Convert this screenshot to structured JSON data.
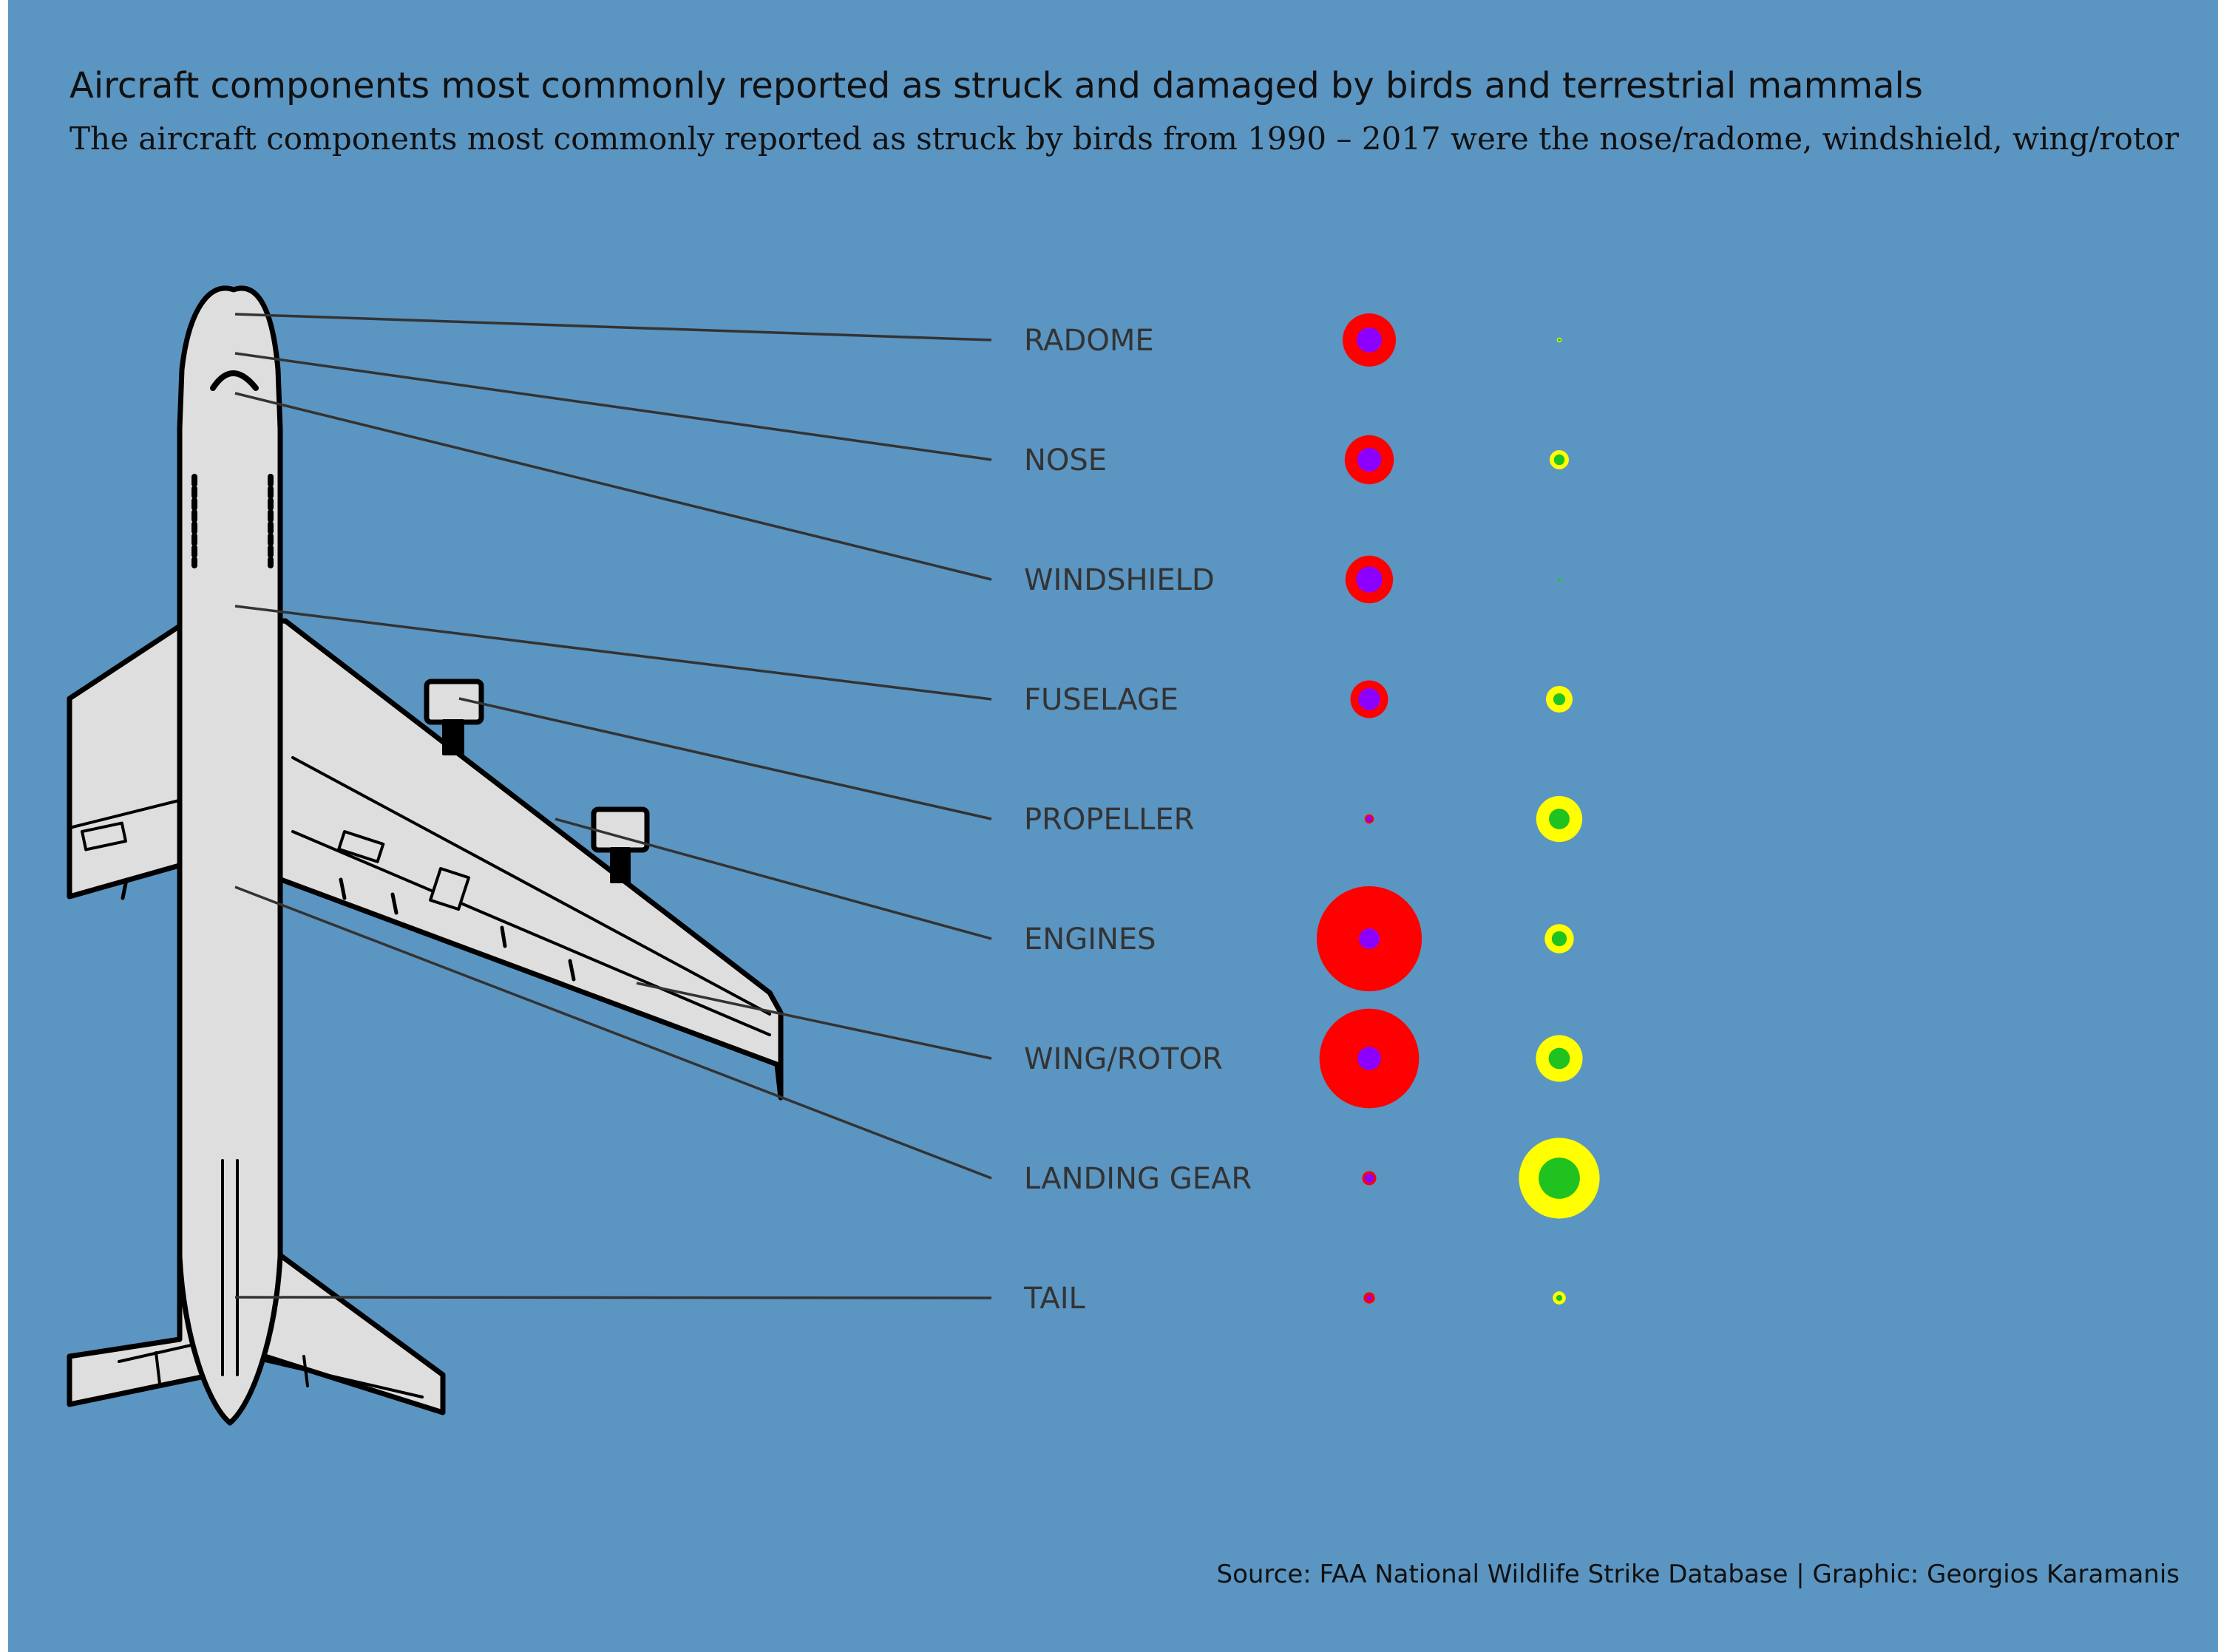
{
  "title": "Aircraft components most commonly reported as struck and damaged by birds and terrestrial mammals",
  "subtitle": "The aircraft components most commonly reported as struck by birds from 1990 – 2017 were the nose/radome, windshield, wing/rotor",
  "caption": "Source: FAA National Wildlife Strike Database | Graphic: Georgios Karamanis",
  "colors": {
    "background": "#5b95c2",
    "birds_struck": "#ff0000",
    "birds_damaged": "#8b00ff",
    "mammals_struck": "#ffff00",
    "mammals_damaged": "#1fc21f",
    "leader_line": "#333333",
    "label_text": "#333333",
    "aircraft_fill": "#dedede",
    "aircraft_outline": "#000000"
  },
  "chart_data": {
    "type": "scatter",
    "encoding": "circle-area",
    "categories": [
      "RADOME",
      "NOSE",
      "WINDSHIELD",
      "FUSELAGE",
      "PROPELLER",
      "ENGINES",
      "WING/ROTOR",
      "LANDING GEAR",
      "TAIL"
    ],
    "groups": [
      {
        "group": "birds",
        "series": [
          {
            "role": "struck",
            "values": [
              1.0,
              0.85,
              0.8,
              0.5,
              0.03,
              3.9,
              3.5,
              0.07,
              0.045
            ]
          },
          {
            "role": "damaged",
            "values": [
              0.22,
              0.2,
              0.24,
              0.17,
              0.012,
              0.15,
              0.19,
              0.03,
              0.01
            ]
          }
        ]
      },
      {
        "group": "terrestrial mammals",
        "series": [
          {
            "role": "struck",
            "values": [
              0.008,
              0.13,
              0.001,
              0.25,
              0.75,
              0.3,
              0.77,
              2.3,
              0.06
            ]
          },
          {
            "role": "damaged",
            "values": [
              0.003,
              0.04,
              0.0005,
              0.05,
              0.15,
              0.08,
              0.16,
              0.6,
              0.013
            ]
          }
        ]
      }
    ]
  }
}
